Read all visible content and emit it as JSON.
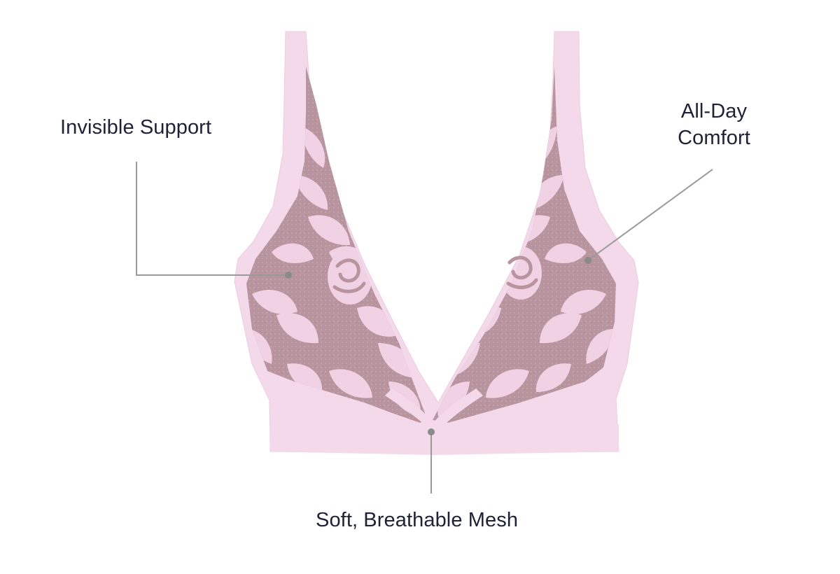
{
  "colors": {
    "background": "#ffffff",
    "fabric": "#f3d9ea",
    "fabric_edge": "#e9c4dc",
    "mesh": "#b8949f",
    "mesh_dark": "#a07f8a",
    "lace": "#f0d2e4",
    "leader_line": "#9a9a9a",
    "leader_dot": "#8a8a8a",
    "label_text": "#1e2236"
  },
  "callouts": {
    "support": {
      "label": "Invisible Support"
    },
    "comfort": {
      "label_line1": "All-Day",
      "label_line2": "Comfort"
    },
    "mesh": {
      "label": "Soft, Breathable Mesh"
    }
  },
  "icons": {
    "product": "bralette-illustration"
  }
}
